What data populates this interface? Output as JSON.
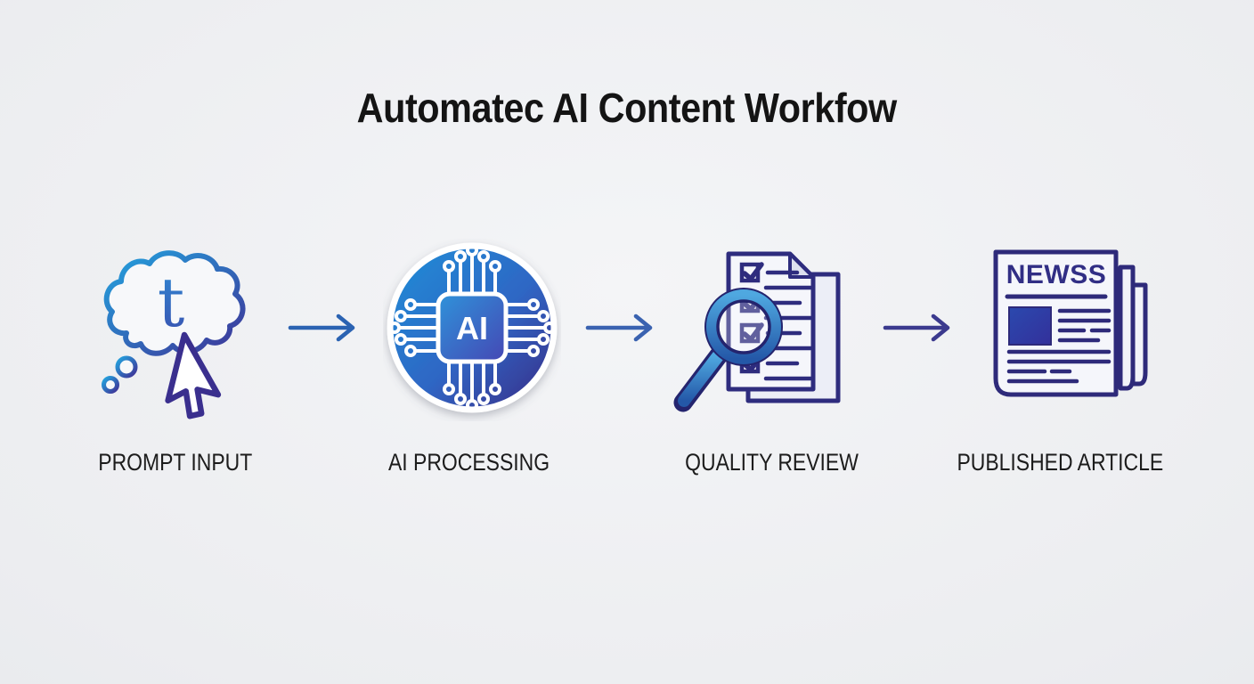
{
  "title": "Automatec AI Content Workfow",
  "steps": [
    {
      "label": "PROMPT INPUT",
      "icon": "thought-bubble-cursor-icon"
    },
    {
      "label": "AI PROCESSING",
      "icon": "ai-chip-circle-icon"
    },
    {
      "label": "QUALITY REVIEW",
      "icon": "checklist-magnifier-icon"
    },
    {
      "label": "PUBLISHED ARTICLE",
      "icon": "newspaper-icon"
    }
  ],
  "icon_text": {
    "thought_bubble_letter": "t",
    "chip_label": "AI",
    "newspaper_headline": "NEWSS"
  },
  "colors": {
    "background_light": "#f4f5f7",
    "background_dark": "#e1e4e8",
    "title_text": "#141414",
    "label_text": "#1c1c1c",
    "arrow_1": "#2b63b2",
    "arrow_2": "#3a62b0",
    "arrow_3": "#3b3a8e",
    "gradient_cyan_blue": "#23a4df",
    "gradient_blue": "#1f8fd8",
    "gradient_indigo": "#3a2a85",
    "gradient_purple": "#3e3397",
    "outline_indigo": "#2e2c7e",
    "magnifier_blue_light": "#4fa8e0",
    "magnifier_blue_dark": "#2458a8",
    "newspaper_ink": "#312e85",
    "page_fill": "#f5f6fb"
  }
}
